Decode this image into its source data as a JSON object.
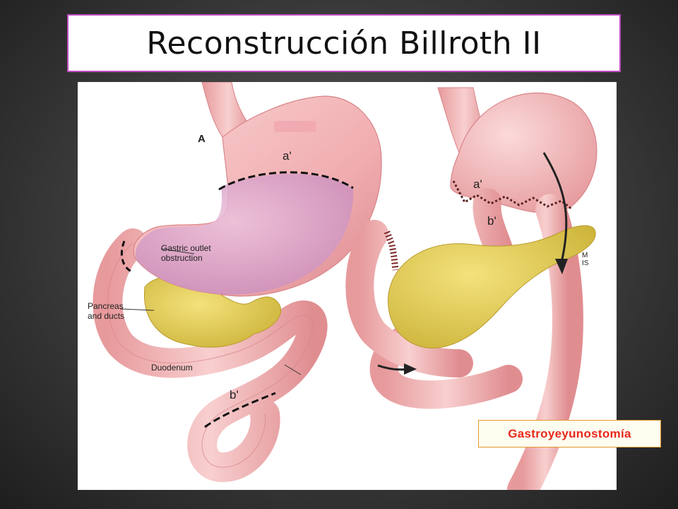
{
  "slide": {
    "title": "Reconstrucción Billroth II"
  },
  "figure": {
    "panel_label": "A",
    "labels": {
      "a_prime_left": "a'",
      "gastric_outlet_line1": "Gastric outlet",
      "gastric_outlet_line2": "obstruction",
      "pancreas_line1": "Pancreas",
      "pancreas_line2": "and ducts",
      "duodenum": "Duodenum",
      "b_prime_left": "b'",
      "a_prime_right": "a'",
      "b_prime_right": "b'",
      "logo_line1": "M",
      "logo_line2": "IS"
    }
  },
  "callout": {
    "text": "Gastroyeyunostomía"
  },
  "colors": {
    "title_border": "#c04ac0",
    "tissue_pink": "#f3b6b8",
    "tissue_dark": "#d98488",
    "stomach_mauve": "#d9a0c8",
    "pancreas_yellow": "#e8d25a",
    "callout_text": "#e8281c",
    "callout_border": "#e39a2c"
  }
}
